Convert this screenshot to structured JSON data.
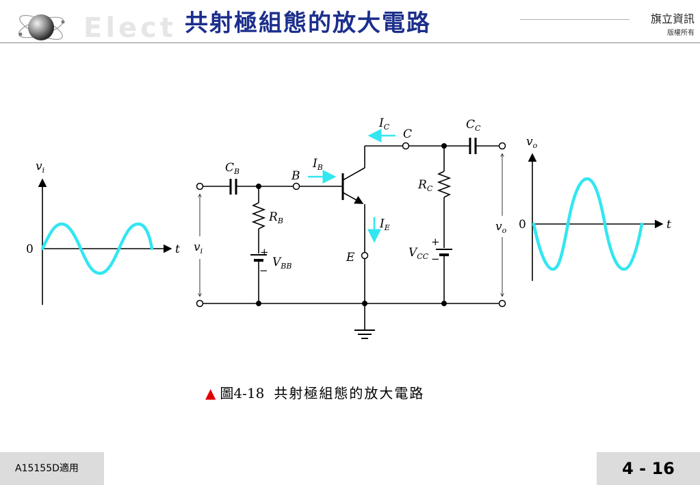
{
  "header": {
    "title": "共射極組態的放大電路",
    "watermark": "Elect",
    "publisher": "旗立資訊",
    "rights": "版權所有"
  },
  "figure": {
    "caption_number": "圖4-18",
    "caption_title": "共射極組態的放大電路"
  },
  "diagram": {
    "input_wave_label": "v",
    "input_wave_sub": "i",
    "output_wave_label": "v",
    "output_wave_sub": "o",
    "zero": "0",
    "time_axis": "t",
    "CB": {
      "main": "C",
      "sub": "B"
    },
    "RB": {
      "main": "R",
      "sub": "B"
    },
    "VBB": {
      "main": "V",
      "sub": "BB"
    },
    "IB": {
      "main": "I",
      "sub": "B"
    },
    "IC": {
      "main": "I",
      "sub": "C"
    },
    "IE": {
      "main": "I",
      "sub": "E"
    },
    "RC": {
      "main": "R",
      "sub": "C"
    },
    "CC": {
      "main": "C",
      "sub": "C"
    },
    "VCC": {
      "main": "V",
      "sub": "CC"
    },
    "vi": {
      "main": "v",
      "sub": "i"
    },
    "vo": {
      "main": "v",
      "sub": "o"
    },
    "node_B": "B",
    "node_C": "C",
    "node_E": "E",
    "plus": "+",
    "minus": "−"
  },
  "footer": {
    "course_code": "A15155D適用",
    "page": "4 - 16"
  },
  "colors": {
    "title": "#1c2f8c",
    "wave": "#33e6f0",
    "caption_marker": "#e00000",
    "footer_bg": "#dcdcdc"
  }
}
